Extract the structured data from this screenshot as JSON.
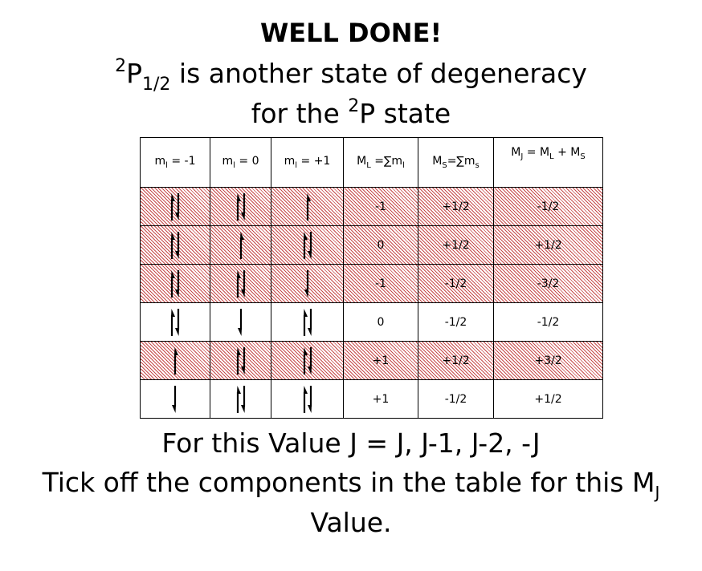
{
  "heading": {
    "well_done": "WELL DONE!",
    "state_sup": "2",
    "state_letter": "P",
    "state_sub": "1/2",
    "line2_rest": " is another state of degeneracy",
    "line3_prefix": "for the ",
    "line3_sup": "2",
    "line3_suffix": "P state"
  },
  "table": {
    "headers": [
      {
        "main": "m",
        "sub": "l",
        "rest": " = -1"
      },
      {
        "main": "m",
        "sub": "l",
        "rest": " = 0"
      },
      {
        "main": "m",
        "sub": "l",
        "rest": " = +1"
      },
      {
        "main": "M",
        "sub": "L",
        "rest": " =∑m",
        "sub2": "l"
      },
      {
        "main": "M",
        "sub": "S",
        "rest": "=∑m",
        "sub2": "s"
      },
      {
        "main": "M",
        "sub": "J",
        "rest": " = M",
        "sub2": "L",
        "rest2": " + M",
        "sub3": "S"
      }
    ],
    "rows": [
      {
        "hatched": true,
        "orbitals": [
          "updown",
          "updown",
          "up"
        ],
        "ML": "-1",
        "MS": "+1/2",
        "MJ": "-1/2"
      },
      {
        "hatched": true,
        "orbitals": [
          "updown",
          "up",
          "updown"
        ],
        "ML": "0",
        "MS": "+1/2",
        "MJ": "+1/2"
      },
      {
        "hatched": true,
        "orbitals": [
          "updown",
          "updown",
          "down"
        ],
        "ML": "-1",
        "MS": "-1/2",
        "MJ": "-3/2"
      },
      {
        "hatched": false,
        "orbitals": [
          "updown",
          "down",
          "updown"
        ],
        "ML": "0",
        "MS": "-1/2",
        "MJ": "-1/2"
      },
      {
        "hatched": true,
        "orbitals": [
          "up",
          "updown",
          "updown"
        ],
        "ML": "+1",
        "MS": "+1/2",
        "MJ": "+3/2"
      },
      {
        "hatched": false,
        "orbitals": [
          "down",
          "updown",
          "updown"
        ],
        "ML": "+1",
        "MS": "-1/2",
        "MJ": "+1/2"
      }
    ]
  },
  "footer": {
    "line1": "For this Value J = J, J-1, J-2, -J",
    "line2_prefix": "Tick off the components in the table for this M",
    "line2_sub": "J",
    "line3": "Value."
  }
}
